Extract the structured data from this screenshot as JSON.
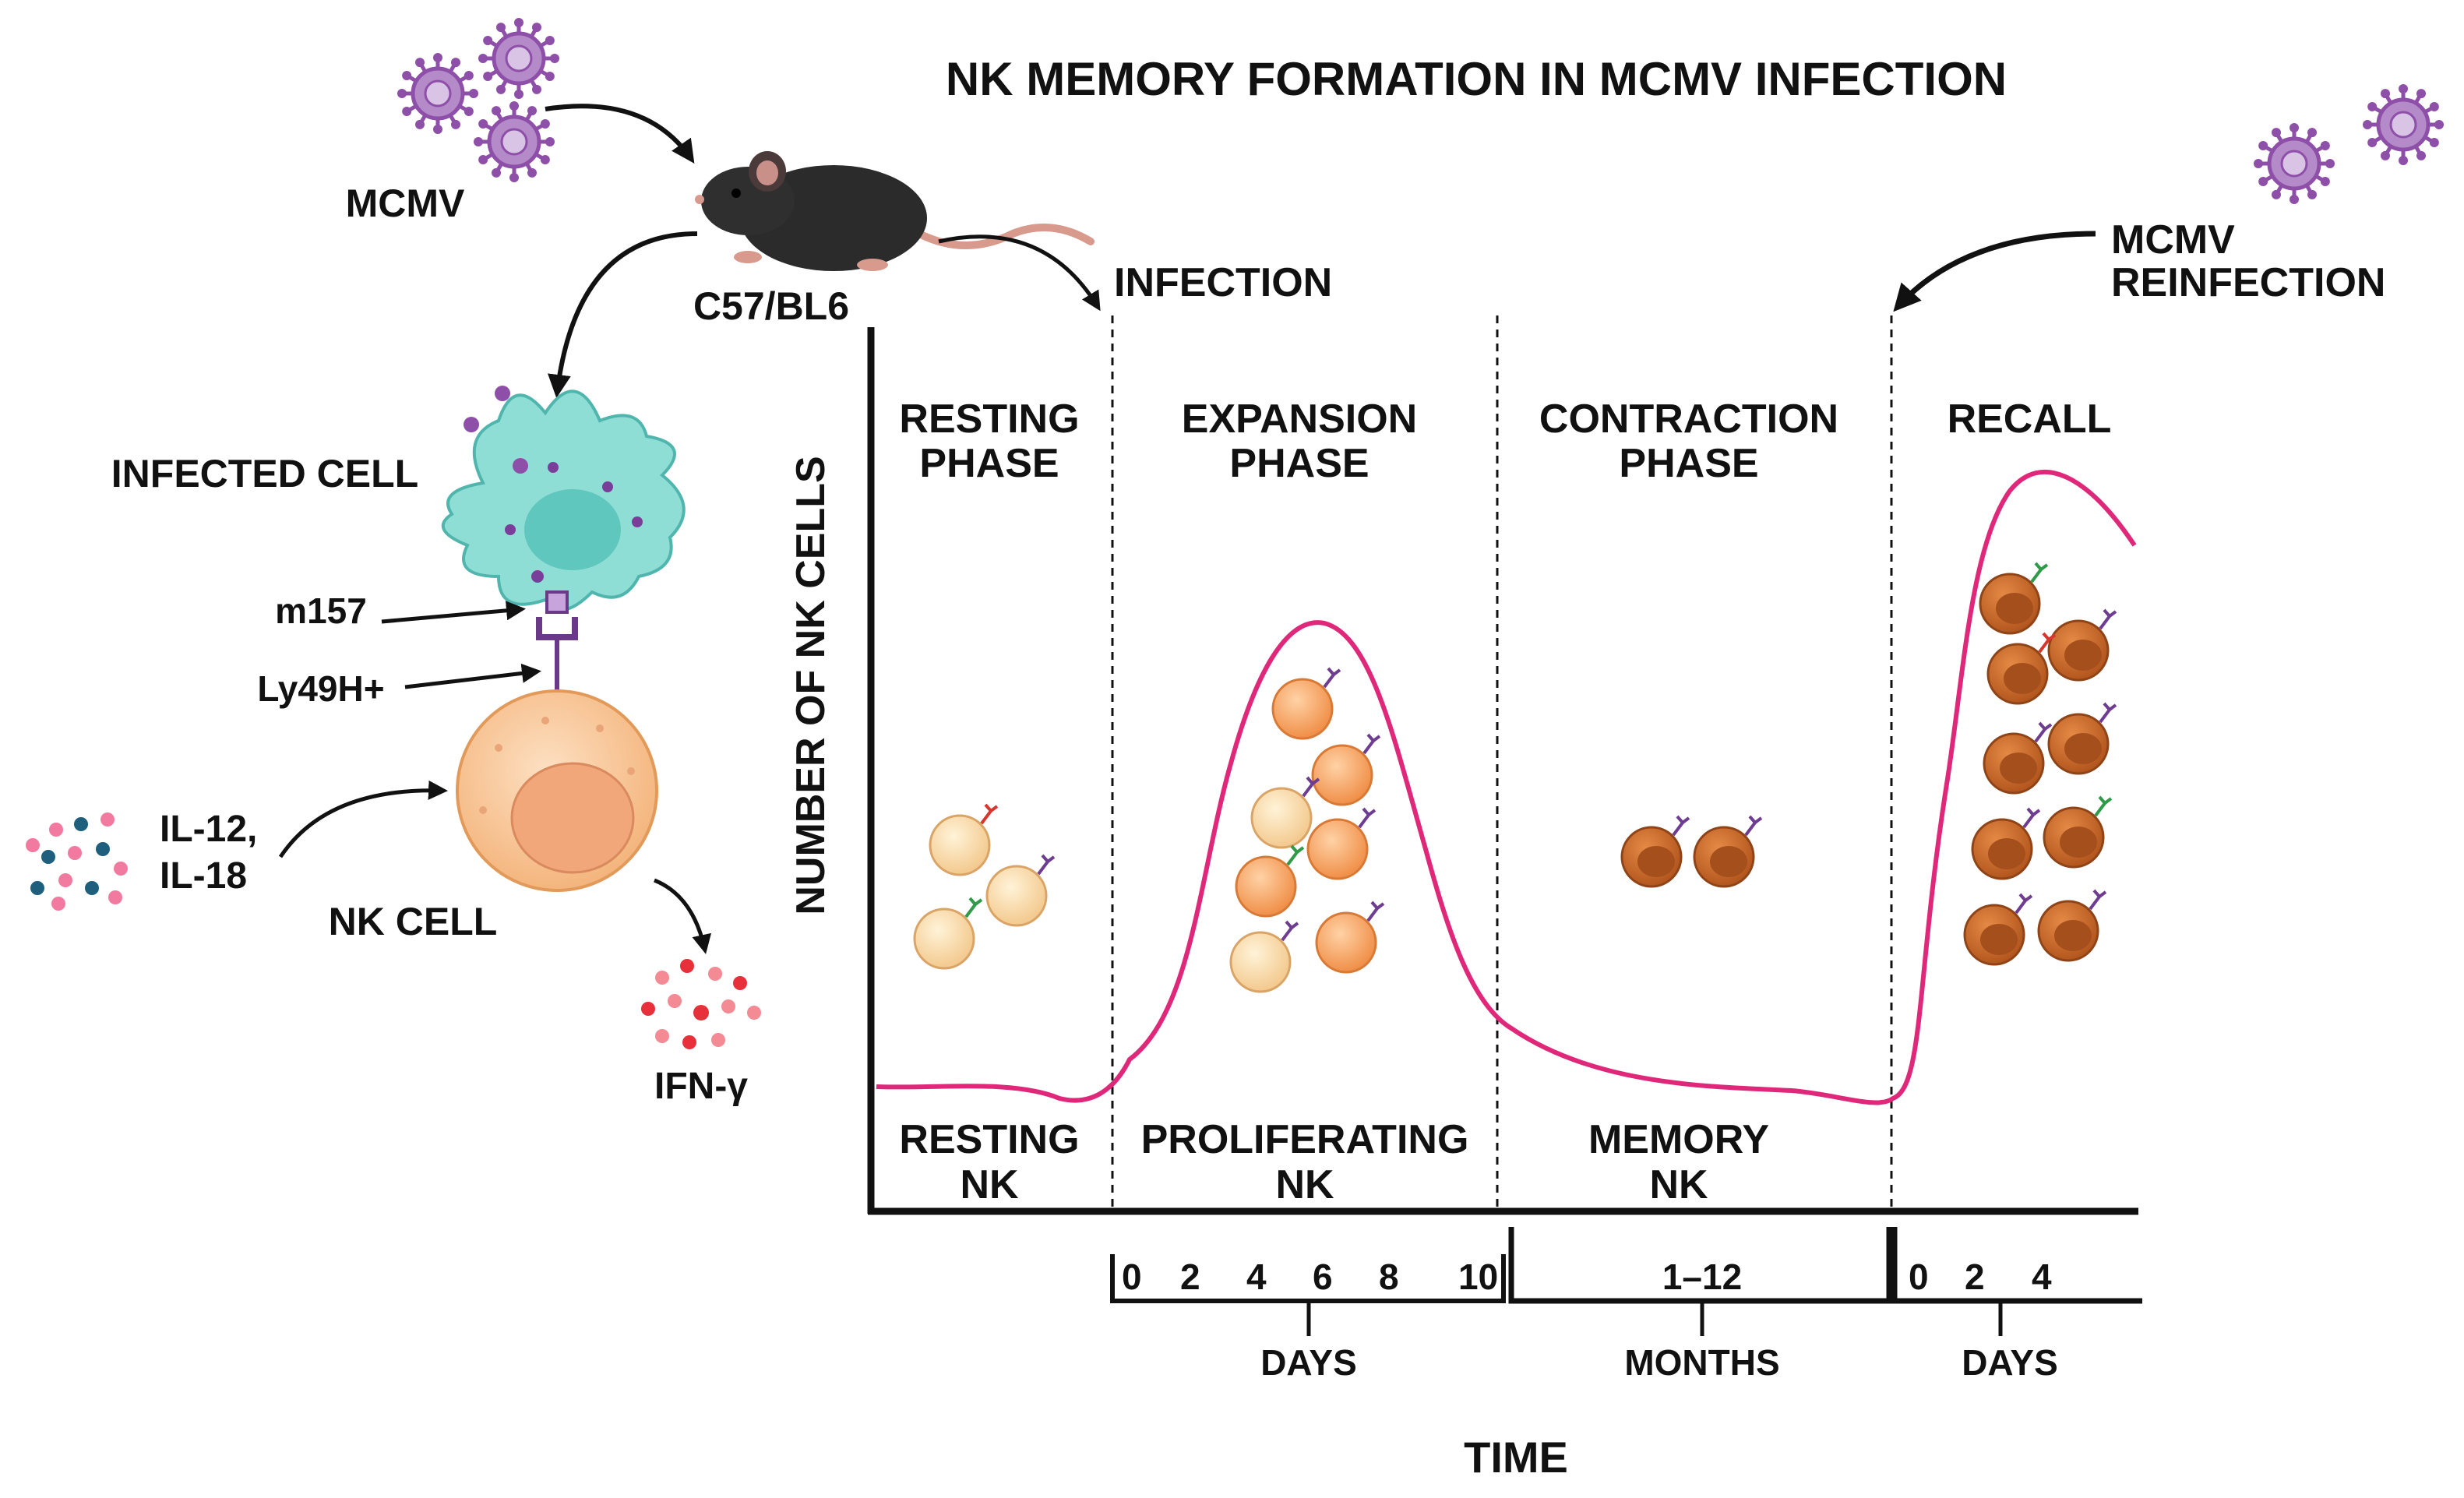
{
  "title": "NK MEMORY FORMATION IN MCMV INFECTION",
  "left_panel": {
    "mcmv_label": "MCMV",
    "mouse_label": "C57/BL6",
    "infected_cell_label": "INFECTED CELL",
    "m157_label": "m157",
    "ly49h_label": "Ly49H+",
    "cytokine_line1": "IL-12,",
    "cytokine_line2": "IL-18",
    "nk_cell_label": "NK CELL",
    "ifn_label": "IFN-γ"
  },
  "chart": {
    "infection_label": "INFECTION",
    "reinfection_line1": "MCMV",
    "reinfection_line2": "REINFECTION",
    "y_axis_label": "NUMBER OF NK CELLS",
    "x_axis_label": "TIME",
    "phases": [
      {
        "top1": "RESTING",
        "top2": "PHASE",
        "bottom1": "RESTING",
        "bottom2": "NK"
      },
      {
        "top1": "EXPANSION",
        "top2": "PHASE",
        "bottom1": "PROLIFERATING",
        "bottom2": "NK"
      },
      {
        "top1": "CONTRACTION",
        "top2": "PHASE",
        "bottom1": "MEMORY",
        "bottom2": "NK"
      },
      {
        "top1": "RECALL",
        "top2": "",
        "bottom1": "",
        "bottom2": ""
      }
    ],
    "timeline": {
      "days_ticks_1": [
        "0",
        "2",
        "4",
        "6",
        "8",
        "10"
      ],
      "days_label_1": "DAYS",
      "months_tick": "1–12",
      "months_label": "MONTHS",
      "days_ticks_2": [
        "0",
        "2",
        "4"
      ],
      "days_label_2": "DAYS"
    }
  },
  "colors": {
    "curve": "#e0287a",
    "virus": "#8e4fa8",
    "infected_cell": "#7fd3cc",
    "nk_cell": "#f7c9a1",
    "memory_nk": "#c8662a",
    "axis": "#111111"
  }
}
